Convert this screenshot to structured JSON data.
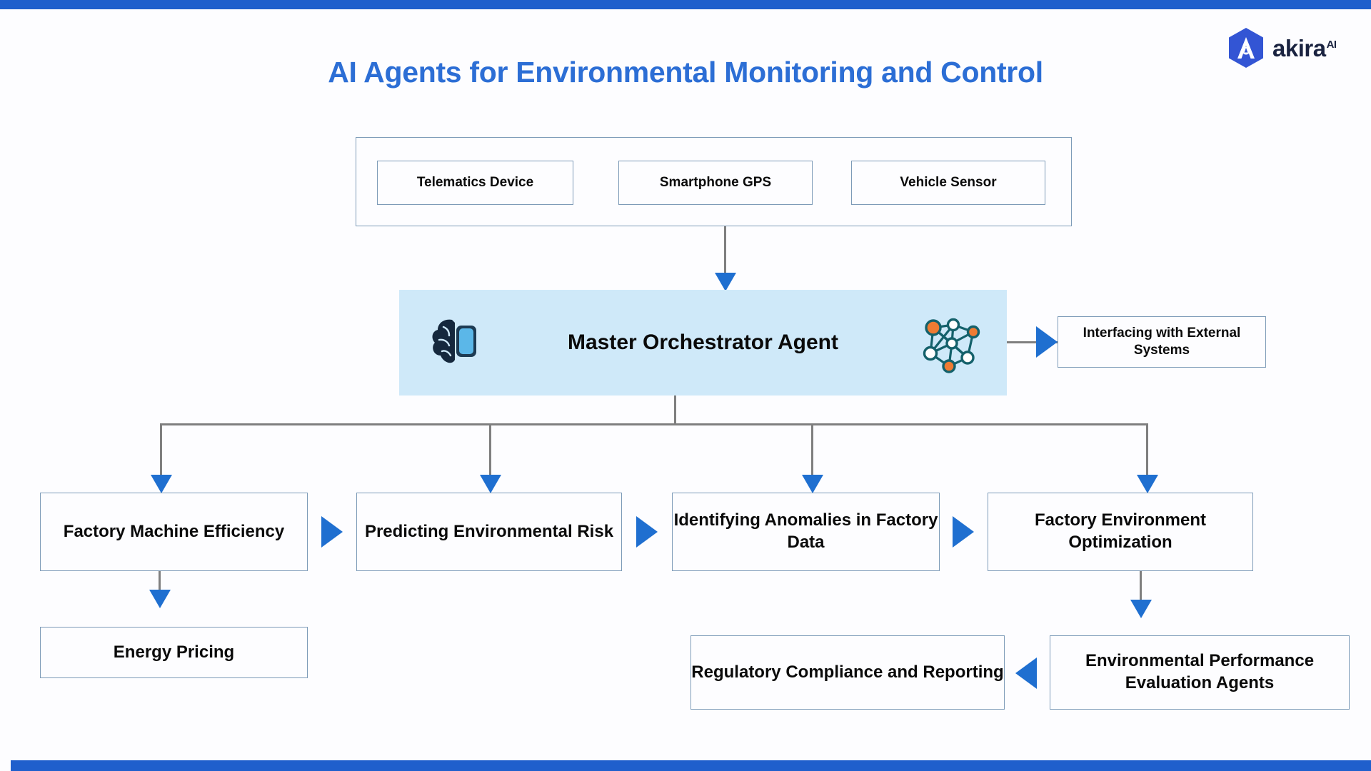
{
  "page": {
    "title": "AI Agents for Environmental Monitoring and Control",
    "accent_color": "#2c6ed5",
    "bar_color": "#1f5fcc",
    "box_border_color": "#7d9bb8",
    "orchestrator_fill": "#cfe9f9",
    "connector_color": "#7f7f7f",
    "arrow_color": "#1f6fd0"
  },
  "logo": {
    "name": "akira",
    "superscript": "AI",
    "badge_icon": "akira-hexagon-a-icon"
  },
  "sources": {
    "items": [
      {
        "label": "Telematics Device"
      },
      {
        "label": "Smartphone GPS"
      },
      {
        "label": "Vehicle Sensor"
      }
    ]
  },
  "orchestrator": {
    "label": "Master Orchestrator Agent",
    "left_icon": "brain-device-icon",
    "right_icon": "network-graph-icon"
  },
  "external": {
    "label": "Interfacing with External Systems"
  },
  "agents": {
    "items": [
      {
        "label": "Factory Machine Efficiency"
      },
      {
        "label": "Predicting Environmental Risk"
      },
      {
        "label": "Identifying Anomalies in Factory Data"
      },
      {
        "label": "Factory Environment Optimization"
      }
    ]
  },
  "leaves": {
    "energy_pricing": "Energy Pricing",
    "regulatory": "Regulatory Compliance and Reporting",
    "environmental_performance": "Environmental Performance Evaluation Agents"
  }
}
